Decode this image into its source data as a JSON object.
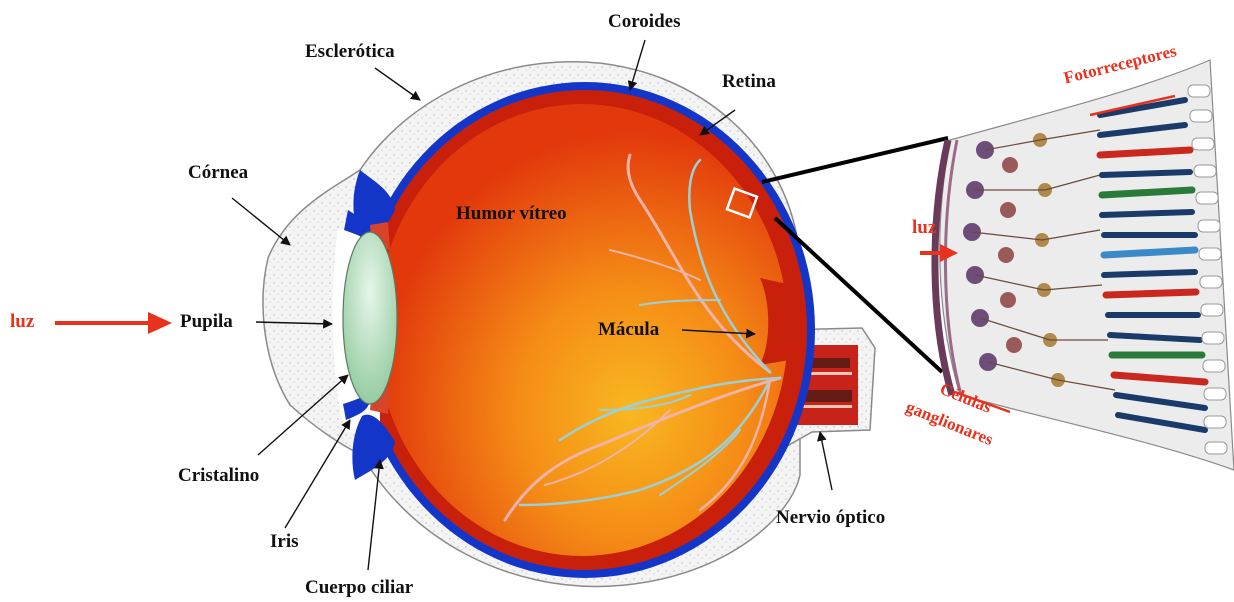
{
  "labels": {
    "coroides": "Coroides",
    "esclerotica": "Esclerótica",
    "retina": "Retina",
    "cornea": "Córnea",
    "humor_vitreo": "Humor vítreo",
    "luz_left": "luz",
    "pupila": "Pupila",
    "macula": "Mácula",
    "cristalino": "Cristalino",
    "iris": "Iris",
    "cuerpo_ciliar": "Cuerpo ciliar",
    "nervio_optico": "Nervio óptico",
    "luz_right": "luz",
    "fotorreceptores": "Fotorreceptores",
    "celulas": "Células",
    "ganglionares": "ganglionares"
  },
  "colors": {
    "light_arrow": "#e8321e",
    "sclera_fill": "#f2f2f2",
    "choroid": "#1436c8",
    "vitreous_outer": "#e23a0e",
    "vitreous_inner": "#f7a21a",
    "lens": "#a6d6b0"
  }
}
